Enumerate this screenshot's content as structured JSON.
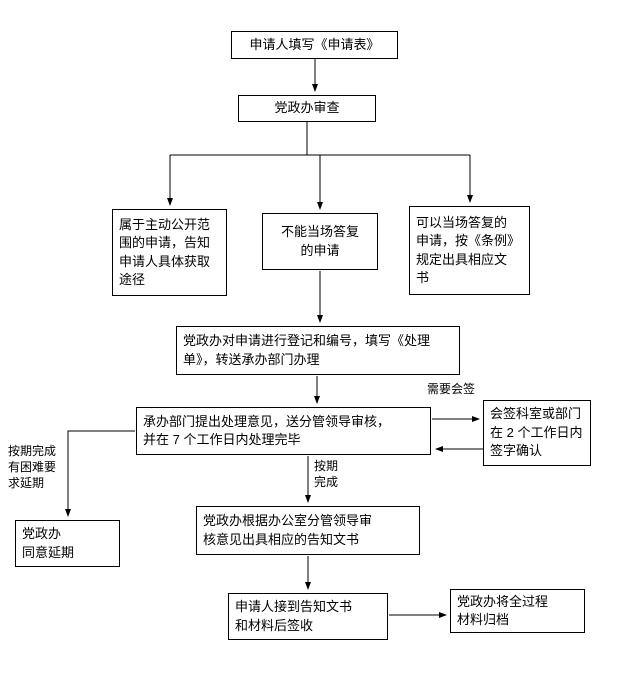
{
  "flowchart": {
    "nodes": {
      "apply": "申请人填写《申请表》",
      "review": "党政办审查",
      "proactive": "属于主动公开范\n围的申请，告知\n申请人具体获取\n途径",
      "cannot_reply": "不能当场答复\n的申请",
      "can_reply": "可以当场答复的\n申请，按《条例》\n规定出具相应文\n书",
      "register": "党政办对申请进行登记和编号，填写《处理\n单》，转送承办部门办理",
      "handle": "承办部门提出处理意见，送分管领导审核，\n并在 7 个工作日内处理完毕",
      "countersign": "会签科室或部门\n在 2 个工作日内\n签字确认",
      "delay": "党政办\n同意延期",
      "notify": "党政办根据办公室分管领导审\n核意见出具相应的告知文书",
      "sign": "申请人接到告知文书\n和材料后签收",
      "archive": "党政办将全过程\n材料归档"
    },
    "labels": {
      "need_countersign": "需要会签",
      "on_time": "按期\n完成",
      "delay_request": "按期完成\n有困难要\n求延期"
    },
    "colors": {
      "line": "#000000",
      "box_border": "#000000",
      "background": "#ffffff"
    }
  }
}
